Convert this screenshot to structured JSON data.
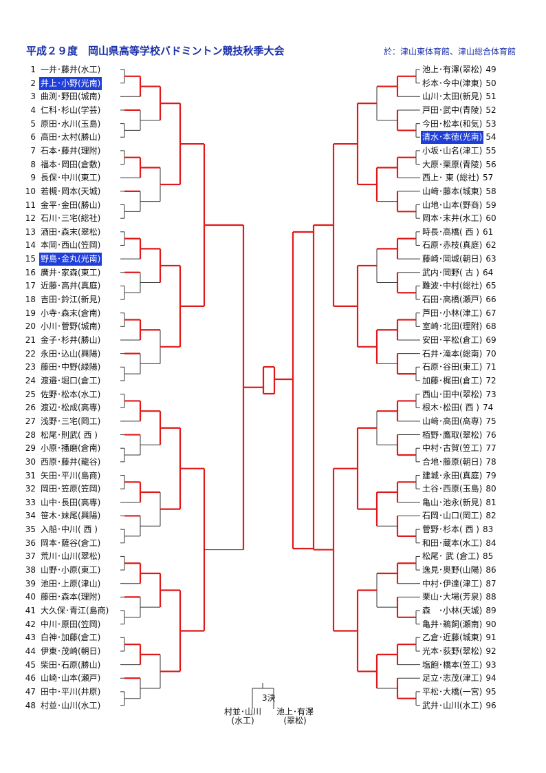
{
  "title": "平成２９度　岡山県高等学校バドミントン競技秋季大会",
  "venue": "於：津山東体育館、津山総合体育館",
  "third_place": {
    "label": "3決",
    "left_name": "村並･山川",
    "left_school": "(水工)",
    "right_name": "池上･有澤",
    "right_school": "(翠松)"
  },
  "left_entries": [
    {
      "no": "1",
      "name": "一井･藤井(水工)",
      "hl": false
    },
    {
      "no": "2",
      "name": "井上･小野(光南)",
      "hl": true
    },
    {
      "no": "3",
      "name": "曲渕･野田(城南)",
      "hl": false
    },
    {
      "no": "4",
      "name": "仁科･杉山(学芸)",
      "hl": false
    },
    {
      "no": "5",
      "name": "原田･水川(玉島)",
      "hl": false
    },
    {
      "no": "6",
      "name": "高田･太村(勝山)",
      "hl": false
    },
    {
      "no": "7",
      "name": "石本･藤井(理附)",
      "hl": false
    },
    {
      "no": "8",
      "name": "福本･岡田(倉敷)",
      "hl": false
    },
    {
      "no": "9",
      "name": "長保･中川(東工)",
      "hl": false
    },
    {
      "no": "10",
      "name": "若槻･岡本(天城)",
      "hl": false
    },
    {
      "no": "11",
      "name": "金平･金田(勝山)",
      "hl": false
    },
    {
      "no": "12",
      "name": "石川･三宅(総社)",
      "hl": false
    },
    {
      "no": "13",
      "name": "酒田･森末(翠松)",
      "hl": false
    },
    {
      "no": "14",
      "name": "本岡･西山(笠岡)",
      "hl": false
    },
    {
      "no": "15",
      "name": "野島･金丸(光南)",
      "hl": true
    },
    {
      "no": "16",
      "name": "廣井･家森(東工)",
      "hl": false
    },
    {
      "no": "17",
      "name": "近藤･高井(真庭)",
      "hl": false
    },
    {
      "no": "18",
      "name": "吉田･鈴江(新見)",
      "hl": false
    },
    {
      "no": "19",
      "name": "小寺･森末(倉南)",
      "hl": false
    },
    {
      "no": "20",
      "name": "小川･菅野(城南)",
      "hl": false
    },
    {
      "no": "21",
      "name": "金子･杉井(勝山)",
      "hl": false
    },
    {
      "no": "22",
      "name": "永田･込山(興陽)",
      "hl": false
    },
    {
      "no": "23",
      "name": "藤田･中野(緑陽)",
      "hl": false
    },
    {
      "no": "24",
      "name": "渡邉･堀口(倉工)",
      "hl": false
    },
    {
      "no": "25",
      "name": "佐野･松本(水工)",
      "hl": false
    },
    {
      "no": "26",
      "name": "渡辺･松成(高専)",
      "hl": false
    },
    {
      "no": "27",
      "name": "浅野･三宅(岡工)",
      "hl": false
    },
    {
      "no": "28",
      "name": "松尾･則武( 西 )",
      "hl": false
    },
    {
      "no": "29",
      "name": "小原･播磨(倉南)",
      "hl": false
    },
    {
      "no": "30",
      "name": "西原･藤井(龍谷)",
      "hl": false
    },
    {
      "no": "31",
      "name": "矢田･平川(島商)",
      "hl": false
    },
    {
      "no": "32",
      "name": "岡田･笠原(笠岡)",
      "hl": false
    },
    {
      "no": "33",
      "name": "山中･長田(高専)",
      "hl": false
    },
    {
      "no": "34",
      "name": "笹木･妹尾(興陽)",
      "hl": false
    },
    {
      "no": "35",
      "name": "入船･中川( 西 )",
      "hl": false
    },
    {
      "no": "36",
      "name": "岡本･薩谷(倉工)",
      "hl": false
    },
    {
      "no": "37",
      "name": "荒川･山川(翠松)",
      "hl": false
    },
    {
      "no": "38",
      "name": "山野･小原(東工)",
      "hl": false
    },
    {
      "no": "39",
      "name": "池田･上原(津山)",
      "hl": false
    },
    {
      "no": "40",
      "name": "藤田･森本(理附)",
      "hl": false
    },
    {
      "no": "41",
      "name": "大久保･青江(島商)",
      "hl": false
    },
    {
      "no": "42",
      "name": "中川･原田(笠岡)",
      "hl": false
    },
    {
      "no": "43",
      "name": "白神･加藤(倉工)",
      "hl": false
    },
    {
      "no": "44",
      "name": "伊東･茂崎(朝日)",
      "hl": false
    },
    {
      "no": "45",
      "name": "柴田･石原(勝山)",
      "hl": false
    },
    {
      "no": "46",
      "name": "山崎･山本(瀬戸)",
      "hl": false
    },
    {
      "no": "47",
      "name": "田中･平川(井原)",
      "hl": false
    },
    {
      "no": "48",
      "name": "村並･山川(水工)",
      "hl": false
    }
  ],
  "right_entries": [
    {
      "no": "49",
      "name": "池上･有澤(翠松)",
      "hl": false
    },
    {
      "no": "50",
      "name": "杉本･今中(津東)",
      "hl": false
    },
    {
      "no": "51",
      "name": "山川･太田(新見)",
      "hl": false
    },
    {
      "no": "52",
      "name": "戸田･武中(青陵)",
      "hl": false
    },
    {
      "no": "53",
      "name": "今田･松本(和気)",
      "hl": false
    },
    {
      "no": "54",
      "name": "清水･本徳(光南)",
      "hl": true
    },
    {
      "no": "55",
      "name": "小坂･山名(津工)",
      "hl": false
    },
    {
      "no": "56",
      "name": "大原･栗原(青陵)",
      "hl": false
    },
    {
      "no": "57",
      "name": "西上･ 東 (総社)",
      "hl": false
    },
    {
      "no": "58",
      "name": "山﨑･藤本(城東)",
      "hl": false
    },
    {
      "no": "59",
      "name": "山地･山本(野商)",
      "hl": false
    },
    {
      "no": "60",
      "name": "岡本･末井(水工)",
      "hl": false
    },
    {
      "no": "61",
      "name": "時長･高橋( 西 )",
      "hl": false
    },
    {
      "no": "62",
      "name": "石原･赤枝(真庭)",
      "hl": false
    },
    {
      "no": "63",
      "name": "藤崎･岡城(朝日)",
      "hl": false
    },
    {
      "no": "64",
      "name": "武内･岡野( 古 )",
      "hl": false
    },
    {
      "no": "65",
      "name": "難波･中村(総社)",
      "hl": false
    },
    {
      "no": "66",
      "name": "石田･高橋(瀬戸)",
      "hl": false
    },
    {
      "no": "67",
      "name": "芦田･小林(津工)",
      "hl": false
    },
    {
      "no": "68",
      "name": "室崎･北田(理附)",
      "hl": false
    },
    {
      "no": "69",
      "name": "安田･平松(倉工)",
      "hl": false
    },
    {
      "no": "70",
      "name": "石井･滝本(総南)",
      "hl": false
    },
    {
      "no": "71",
      "name": "石原･谷田(東工)",
      "hl": false
    },
    {
      "no": "72",
      "name": "加藤･梶田(倉工)",
      "hl": false
    },
    {
      "no": "73",
      "name": "西山･田中(翠松)",
      "hl": false
    },
    {
      "no": "74",
      "name": "根木･松田( 西 )",
      "hl": false
    },
    {
      "no": "75",
      "name": "山﨑･高田(高専)",
      "hl": false
    },
    {
      "no": "76",
      "name": "栢野･鷹取(翠松)",
      "hl": false
    },
    {
      "no": "77",
      "name": "中村･古賀(笠工)",
      "hl": false
    },
    {
      "no": "78",
      "name": "合地･藤原(朝日)",
      "hl": false
    },
    {
      "no": "79",
      "name": "建城･永田(真庭)",
      "hl": false
    },
    {
      "no": "80",
      "name": "土谷･西原(玉島)",
      "hl": false
    },
    {
      "no": "81",
      "name": "亀山･池永(新見)",
      "hl": false
    },
    {
      "no": "82",
      "name": "石岡･山口(岡工)",
      "hl": false
    },
    {
      "no": "83",
      "name": "菅野･杉本( 西 )",
      "hl": false
    },
    {
      "no": "84",
      "name": "和田･蔵本(水工)",
      "hl": false
    },
    {
      "no": "85",
      "name": "松尾･ 武 (倉工)",
      "hl": false
    },
    {
      "no": "86",
      "name": "逸見･奥野(山陽)",
      "hl": false
    },
    {
      "no": "87",
      "name": "中村･伊達(津工)",
      "hl": false
    },
    {
      "no": "88",
      "name": "栗山･大場(芳泉)",
      "hl": false
    },
    {
      "no": "89",
      "name": "森　･小林(天城)",
      "hl": false
    },
    {
      "no": "90",
      "name": "亀井･鵜飼(瀬南)",
      "hl": false
    },
    {
      "no": "91",
      "name": "乙倉･近藤(城東)",
      "hl": false
    },
    {
      "no": "92",
      "name": "光本･荻野(翠松)",
      "hl": false
    },
    {
      "no": "93",
      "name": "塩飽･橋本(笠工)",
      "hl": false
    },
    {
      "no": "94",
      "name": "足立･志茂(津工)",
      "hl": false
    },
    {
      "no": "95",
      "name": "平松･大橋(一宮)",
      "hl": false
    },
    {
      "no": "96",
      "name": "武井･山川(水工)",
      "hl": false
    }
  ],
  "colors": {
    "winner_line": "#e01818",
    "loser_line": "#333333",
    "highlight": "#1f3fd8",
    "title": "#1a2fa8"
  }
}
